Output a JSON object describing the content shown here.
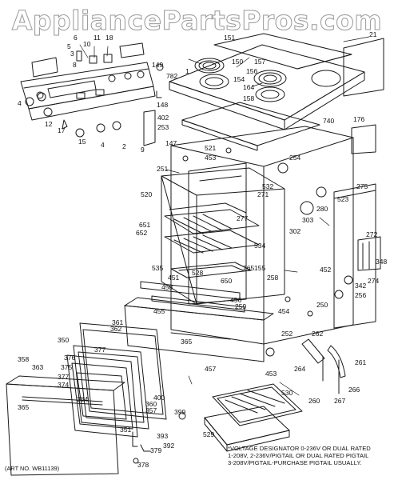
{
  "watermark": "AppliancePartsPros.com",
  "art_no": "(ART NO. WB11139)",
  "footnote": {
    "line1": "*VOLTAGE DESIGNATOR 0-236V OR DUAL RATED",
    "line2": "1-208V, 2-236V/PIGTAIL OR DUAL RATED PIGTAIL",
    "line3": "3-208V/PIGTAIL-PURCHASE PIGTAIL USUALLY."
  },
  "callouts": [
    "6",
    "11",
    "10",
    "18",
    "5",
    "3",
    "8",
    "149",
    "782",
    "402",
    "253",
    "9",
    "147",
    "148",
    "4",
    "2",
    "12",
    "17",
    "15",
    "4",
    "151",
    "150",
    "154",
    "157",
    "156",
    "164",
    "158",
    "21",
    "740",
    "176",
    "453",
    "521",
    "254",
    "251",
    "532",
    "271",
    "523",
    "275",
    "520",
    "277",
    "280",
    "303",
    "302",
    "651",
    "652",
    "534",
    "535",
    "265",
    "528",
    "650",
    "451",
    "458",
    "155",
    "258",
    "452",
    "272",
    "348",
    "342",
    "274",
    "256",
    "455",
    "456",
    "259",
    "454",
    "250",
    "361",
    "362",
    "365",
    "350",
    "377",
    "376",
    "375",
    "377",
    "374",
    "384",
    "400",
    "360",
    "357",
    "457",
    "252",
    "262",
    "264",
    "261",
    "453",
    "260",
    "267",
    "266",
    "358",
    "363",
    "365",
    "399",
    "351",
    "393",
    "379",
    "392",
    "378",
    "530",
    "529",
    "1"
  ],
  "colors": {
    "line": "#1a1a1a",
    "watermark": "#9a9a9a",
    "background": "#ffffff"
  }
}
